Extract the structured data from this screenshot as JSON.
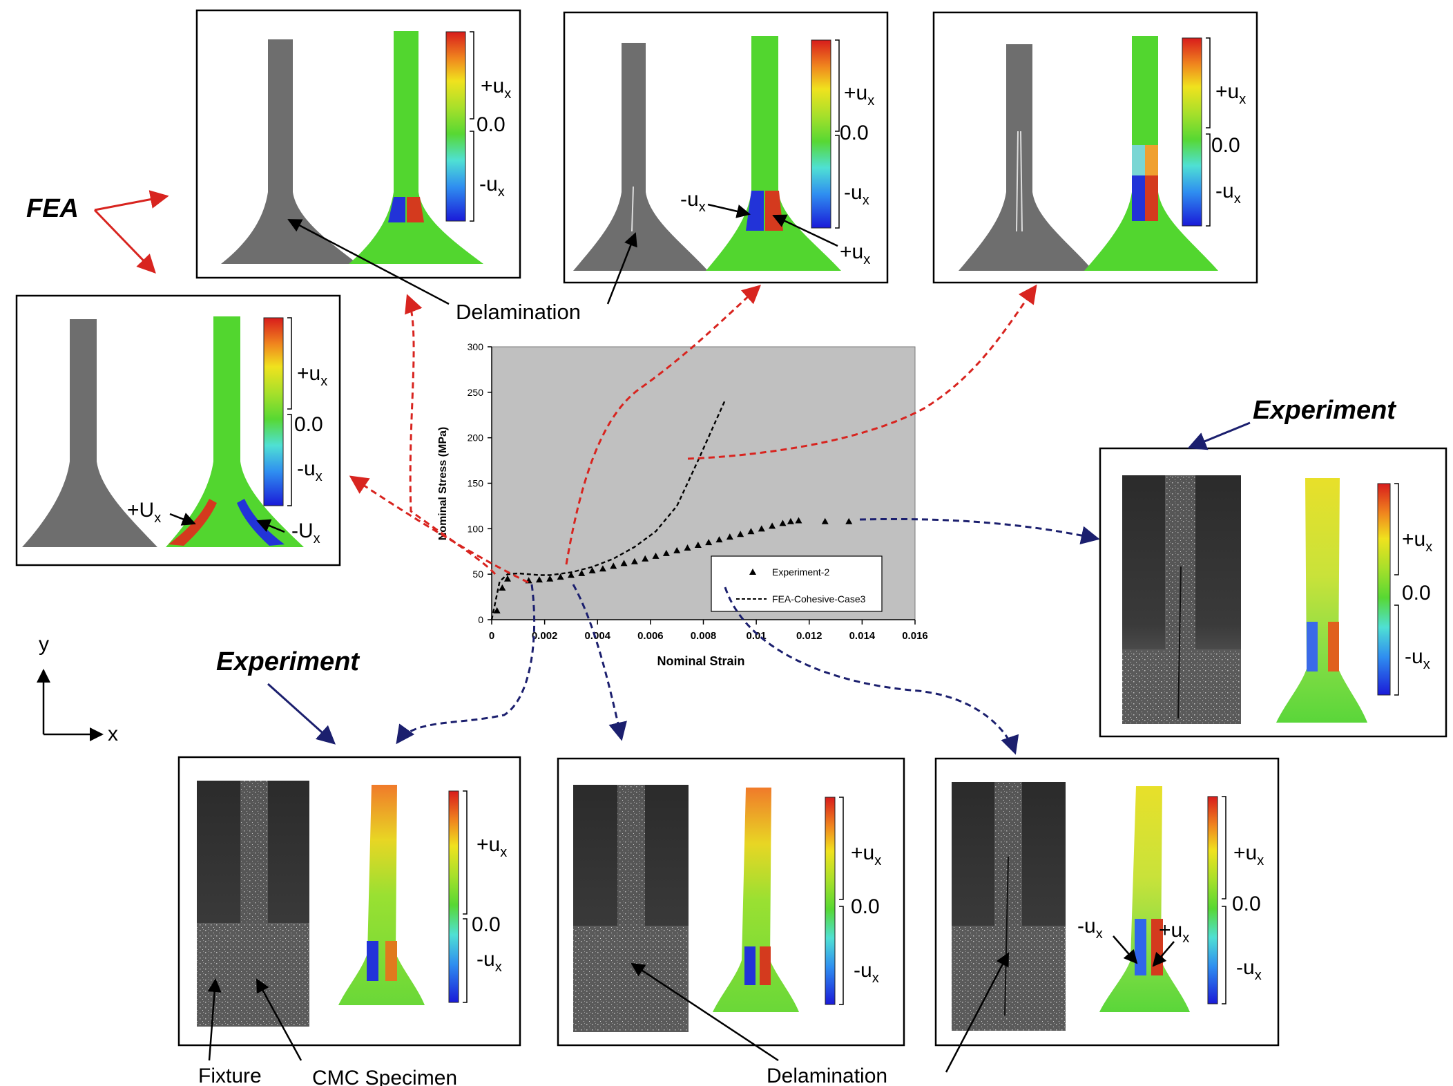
{
  "labels": {
    "fea": "FEA",
    "experiment_right": "Experiment",
    "experiment_bottom": "Experiment",
    "delamination_top": "Delamination",
    "delamination_bottom": "Delamination",
    "fixture": "Fixture",
    "cmc_specimen": "CMC Specimen",
    "axis_y": "y",
    "axis_x": "x"
  },
  "scale": {
    "plus": "+u",
    "zero": "0.0",
    "minus": "-u",
    "sub": "x",
    "plus_cap": "+U",
    "minus_cap": "-U"
  },
  "colors": {
    "fea_arrow": "#d8241f",
    "exp_arrow": "#1b1f6e",
    "chart_bg": "#c0c0c0",
    "specimen_gray": "#6e6e6e",
    "field_green": "#52d62f"
  },
  "chart_data": {
    "type": "scatter",
    "xlabel": "Nominal Strain",
    "ylabel": "Nominal Stress (MPa)",
    "xlim": [
      0,
      0.016
    ],
    "ylim": [
      0,
      300
    ],
    "xticks": [
      "0",
      "0.002",
      "0.004",
      "0.006",
      "0.008",
      "0.01",
      "0.012",
      "0.014",
      "0.016"
    ],
    "yticks": [
      "0",
      "50",
      "100",
      "150",
      "200",
      "250",
      "300"
    ],
    "grid": false,
    "legend": "bottom-right",
    "series": [
      {
        "name": "Experiment-2",
        "marker": "triangle",
        "x": [
          0.0002,
          0.0004,
          0.0006,
          0.0014,
          0.0018,
          0.0022,
          0.0026,
          0.003,
          0.0034,
          0.0038,
          0.0042,
          0.0046,
          0.005,
          0.0054,
          0.0058,
          0.0062,
          0.0066,
          0.007,
          0.0074,
          0.0078,
          0.0082,
          0.0086,
          0.009,
          0.0094,
          0.0098,
          0.0102,
          0.0106,
          0.011,
          0.0113,
          0.0116,
          0.0126,
          0.0135
        ],
        "y": [
          10,
          35,
          45,
          43,
          44,
          45,
          47,
          49,
          51,
          54,
          56,
          59,
          62,
          64,
          67,
          70,
          73,
          76,
          79,
          82,
          85,
          88,
          91,
          94,
          97,
          100,
          103,
          106,
          108,
          109,
          108,
          108
        ]
      },
      {
        "name": "FEA-Cohesive-Case3",
        "style": "dashed",
        "x": [
          0,
          0.0003,
          0.0006,
          0.001,
          0.0014,
          0.0018,
          0.0022,
          0.003,
          0.0038,
          0.0046,
          0.0054,
          0.0062,
          0.007,
          0.0078,
          0.0088
        ],
        "y": [
          0,
          42,
          50,
          51,
          50,
          49,
          49,
          52,
          58,
          67,
          80,
          97,
          125,
          175,
          240
        ]
      }
    ]
  }
}
